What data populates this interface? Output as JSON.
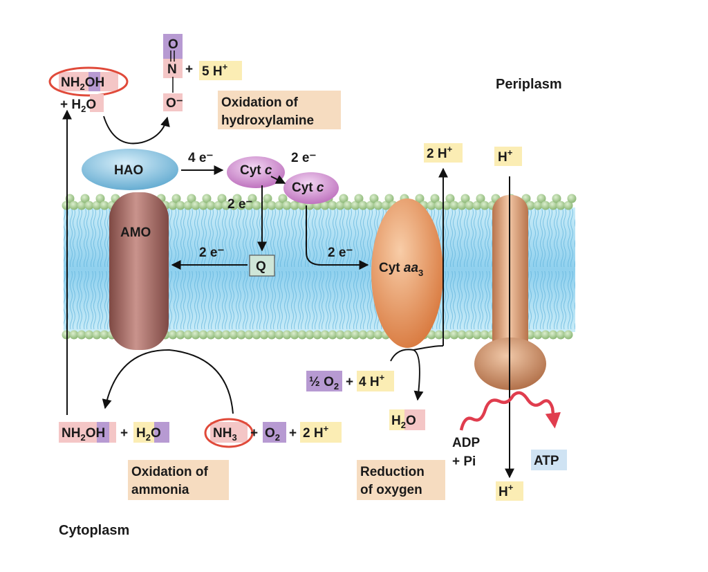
{
  "regions": {
    "periplasm": "Periplasm",
    "cytoplasm": "Cytoplasm"
  },
  "process_labels": {
    "oxidation_hydroxylamine": [
      "Oxidation of",
      "hydroxylamine"
    ],
    "oxidation_ammonia": [
      "Oxidation of",
      "ammonia"
    ],
    "reduction_oxygen": [
      "Reduction",
      "of oxygen"
    ]
  },
  "proteins": {
    "hao": "HAO",
    "amo": "AMO",
    "cyt_c": "Cyt c",
    "cyt_aa3": "Cyt aa3",
    "q": "Q"
  },
  "electrons": {
    "hao_to_cytc": "4 e⁻",
    "cytc_to_cytc": "2 e⁻",
    "cytc_to_q": "2 e⁻",
    "q_to_amo": "2 e⁻",
    "cytc_to_aa3": "2 e⁻"
  },
  "species": {
    "nh2oh": "NH2OH",
    "h2o": "H2O",
    "nh3": "NH3",
    "o2": "O2",
    "h_plus": "H+",
    "two_h_plus": "2 H+",
    "four_h_plus": "4 H+",
    "five_h_plus": "5 H+",
    "half_o2": "½ O2",
    "adp": "ADP",
    "pi": "Pi",
    "atp": "ATP",
    "nitrite": [
      "O",
      "N",
      "O⁻"
    ]
  },
  "colors": {
    "pink_box": "#f4c6c6",
    "yellow_box": "#fbedb4",
    "purple_box": "#b79ad2",
    "tan_box": "#f6dcc0",
    "blue_box": "#cfe3f3",
    "q_box": "#cfe6d8",
    "membrane_head": "#9fc48e",
    "membrane_core": "#a8daf0",
    "hao": "#8ec6e2",
    "amo": "#a86f6b",
    "cyt_c": "#d69ad6",
    "cyt_aa3": "#e89a60",
    "atp_synthase": "#d8a07a",
    "highlight_circle": "#e04a3a",
    "wavy_arrow": "#e03d4e"
  }
}
